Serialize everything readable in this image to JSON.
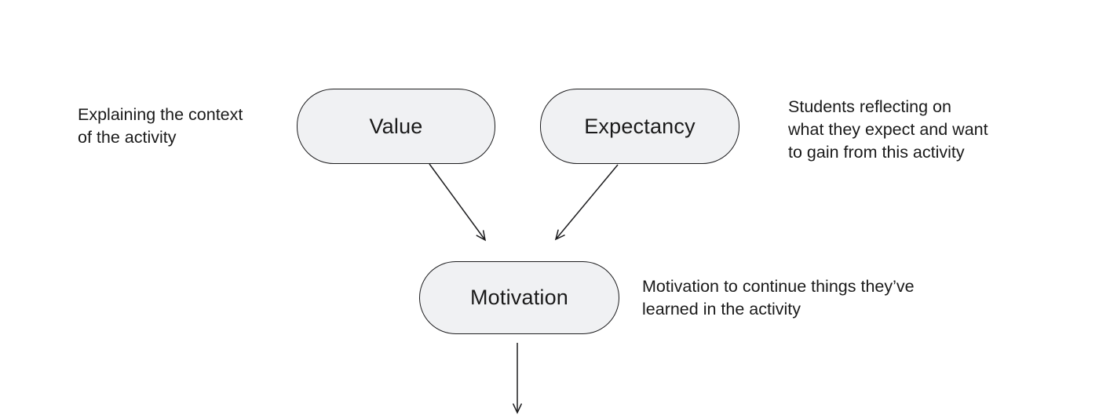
{
  "colors": {
    "background": "#ffffff",
    "node_fill": "#f0f1f3",
    "node_border": "#1d1d1f",
    "text": "#1a1a1a",
    "arrow": "#1d1d1f"
  },
  "nodes": {
    "value": {
      "label": "Value"
    },
    "expectancy": {
      "label": "Expectancy"
    },
    "motivation": {
      "label": "Motivation"
    }
  },
  "annotations": {
    "value_note": "Explaining the context\nof the activity",
    "expectancy_note": "Students reflecting on\nwhat they expect and want\nto gain from this activity",
    "motivation_note": "Motivation to continue things they’ve\nlearned in the activity"
  },
  "edges": [
    {
      "from": "Value",
      "to": "Motivation"
    },
    {
      "from": "Expectancy",
      "to": "Motivation"
    },
    {
      "from": "Motivation",
      "to": "below"
    }
  ]
}
